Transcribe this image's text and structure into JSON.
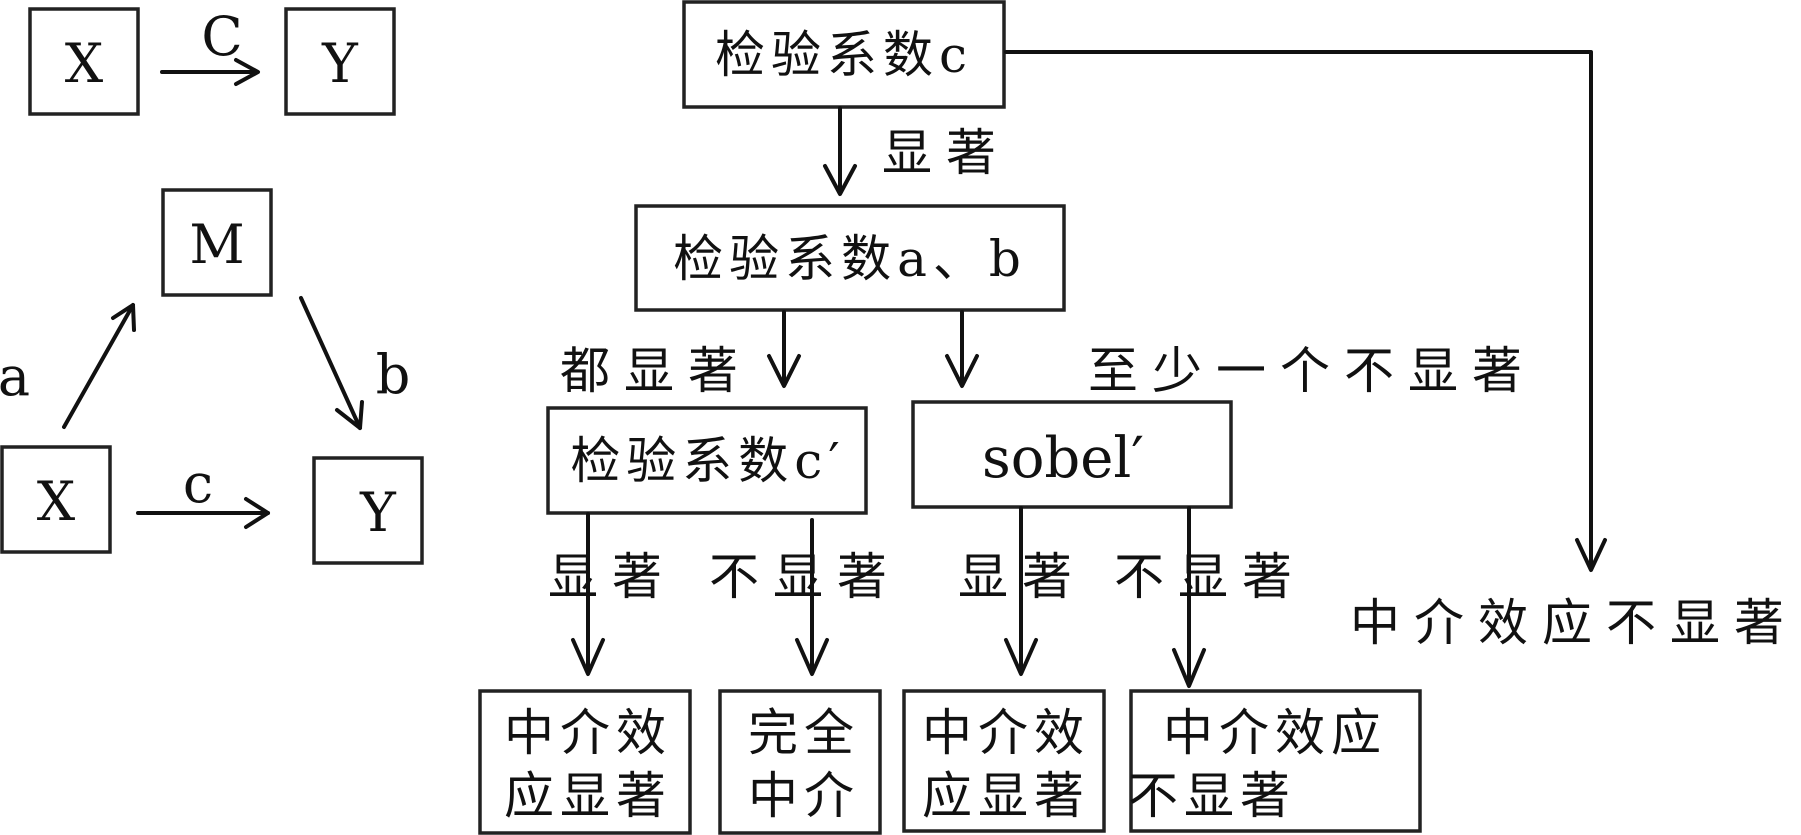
{
  "colors": {
    "ink": "#111111",
    "box_fill": "#ffffff"
  },
  "left_diagrams": {
    "total_effect": {
      "x": "X",
      "y": "Y",
      "path": "C"
    },
    "mediation": {
      "m": "M",
      "x": "X",
      "y": "Y",
      "path_a": "a",
      "path_b": "b",
      "path_c": "c"
    }
  },
  "flowchart": {
    "test_c": "检验系数c",
    "edge_c_significant": "显著",
    "test_ab": "检验系数a、b",
    "edge_both_significant": "都显著",
    "edge_at_least_one_not": "至少一个不显著",
    "test_c_prime": "检验系数c′",
    "sobel": "sobel′",
    "edge_cprime_sig": "显著",
    "edge_cprime_not": "不显著",
    "edge_sobel_sig": "显著",
    "edge_sobel_not": "不显著",
    "no_mediation_right": "中介效应不显著",
    "result1": {
      "line1": "中介效",
      "line2": "应显著"
    },
    "result2": {
      "line1": "完全",
      "line2": "中介"
    },
    "result3": {
      "line1": "中介效",
      "line2": "应显著"
    },
    "result4": {
      "line1": "中介效应",
      "line2": "不显著"
    }
  }
}
